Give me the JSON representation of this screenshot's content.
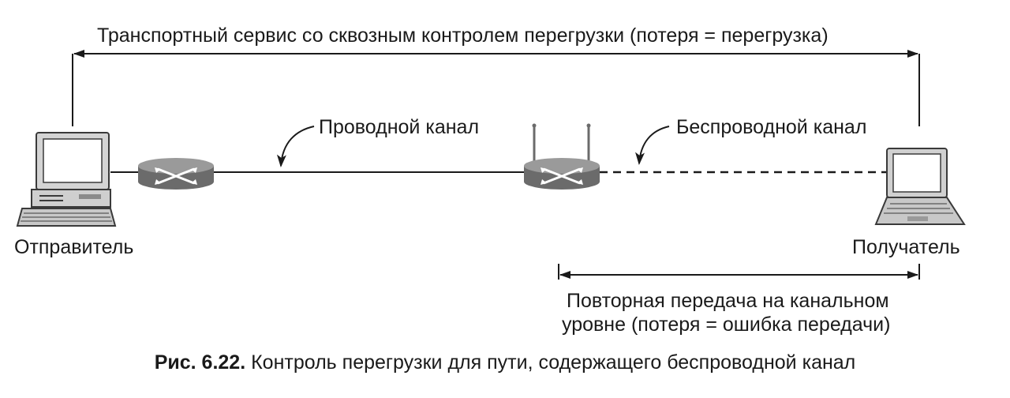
{
  "labels": {
    "transport": "Транспортный сервис со сквозным контролем перегрузки (потеря = перегрузка)",
    "wired": "Проводной канал",
    "wireless": "Беспроводной канал",
    "sender": "Отправитель",
    "receiver": "Получатель",
    "retransmission_line1": "Повторная передача на канальном",
    "retransmission_line2": "уровне (потеря = ошибка передачи)"
  },
  "caption": {
    "prefix": "Рис. 6.22.",
    "text": " Контроль перегрузки для пути, содержащего беспроводной канал"
  },
  "icons": {
    "sender": "desktop-computer-icon",
    "router_wired": "router-icon",
    "router_wireless": "wireless-router-icon",
    "receiver": "laptop-icon"
  },
  "colors": {
    "line": "#1a1a1a",
    "router_body": "#6b6b6b",
    "router_top": "#9a9a9a",
    "device_gray": "#cfcfcf"
  }
}
